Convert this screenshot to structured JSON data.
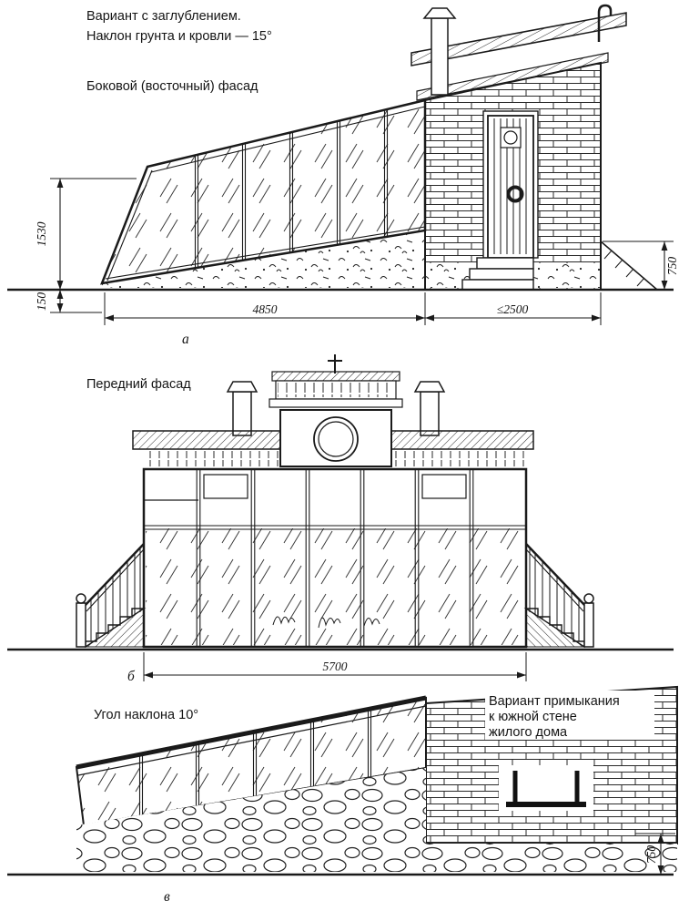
{
  "colors": {
    "ink": "#1a1a1a",
    "paper": "#ffffff"
  },
  "section_a": {
    "note_line1": "Вариант с заглублением.",
    "note_line2": "Наклон грунта и кровли — 15°",
    "title": "Боковой (восточный) фасад",
    "dim_height": "1530",
    "dim_recess": "150",
    "dim_length": "4850",
    "dim_annex": "≤2500",
    "dim_slope": "750",
    "label": "а"
  },
  "section_b": {
    "title": "Передний фасад",
    "dim_width": "5700",
    "label": "б"
  },
  "section_v": {
    "title": "Угол наклона 10°",
    "note_line1": "Вариант примыкания",
    "note_line2": "к южной стене",
    "note_line3": "жилого дома",
    "dim_height": "750",
    "label": "в"
  }
}
